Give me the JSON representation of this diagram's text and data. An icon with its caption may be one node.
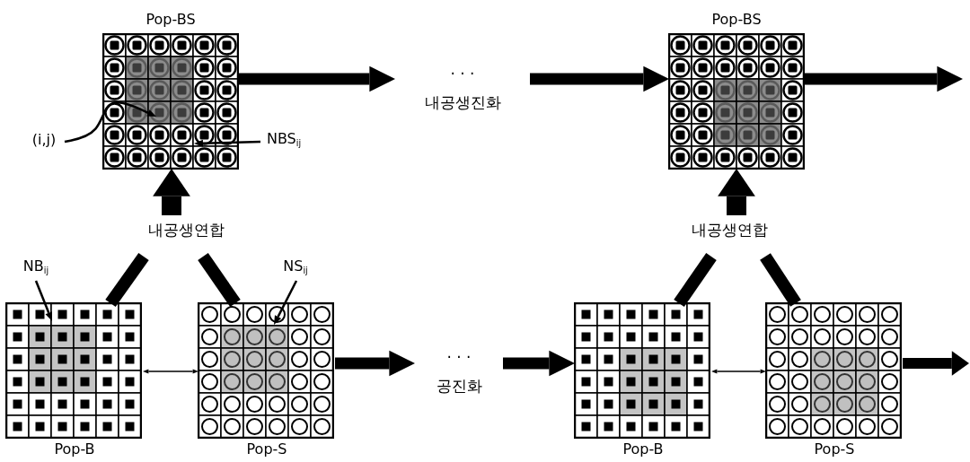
{
  "diagram": {
    "nodes": [
      {
        "text": [
          "Pop-BS"
        ]
      },
      {
        "text": [
          "(i,j)"
        ]
      },
      {
        "text": [
          "NBS$_{ij}$"
        ]
      },
      {
        "text": [
          "· · ·",
          "내공생진화"
        ]
      },
      {
        "text": [
          "Pop-BS"
        ]
      },
      {
        "text": [
          "내공생연합"
        ]
      },
      {
        "text": [
          "Pop-B"
        ]
      },
      {
        "text": [
          "NB$_{ij}$"
        ]
      },
      {
        "text": [
          "Pop-S"
        ]
      },
      {
        "text": [
          "NS$_{ij}$"
        ]
      },
      {
        "text": [
          "· · ·",
          "공진화"
        ]
      },
      {
        "text": [
          "내공생연합"
        ]
      },
      {
        "text": [
          "Pop-B"
        ]
      },
      {
        "text": [
          "Pop-S"
        ]
      }
    ],
    "edges": [
      {
        "from": 0,
        "to": 3,
        "arrow": "to"
      },
      {
        "from": 3,
        "to": 4,
        "arrow": "to"
      },
      {
        "from": 4,
        "to": null,
        "arrow": "to"
      },
      {
        "from": 1,
        "to": 0,
        "arrow": "to"
      },
      {
        "from": 2,
        "to": 0,
        "arrow": "to"
      },
      {
        "from": 5,
        "to": 0,
        "arrow": "to"
      },
      {
        "from": 6,
        "to": 5,
        "arrow": "none"
      },
      {
        "from": 8,
        "to": 5,
        "arrow": "none"
      },
      {
        "from": 7,
        "to": 6,
        "arrow": "to"
      },
      {
        "from": 9,
        "to": 8,
        "arrow": "to"
      },
      {
        "from": 6,
        "to": 8,
        "arrow": "both"
      },
      {
        "from": 8,
        "to": 10,
        "arrow": "to"
      },
      {
        "from": 10,
        "to": 12,
        "arrow": "to"
      },
      {
        "from": 13,
        "to": null,
        "arrow": "to"
      },
      {
        "from": 11,
        "to": 4,
        "arrow": "to"
      },
      {
        "from": 12,
        "to": 11,
        "arrow": "none"
      },
      {
        "from": 13,
        "to": 11,
        "arrow": "none"
      },
      {
        "from": 12,
        "to": 13,
        "arrow": "both"
      }
    ]
  }
}
